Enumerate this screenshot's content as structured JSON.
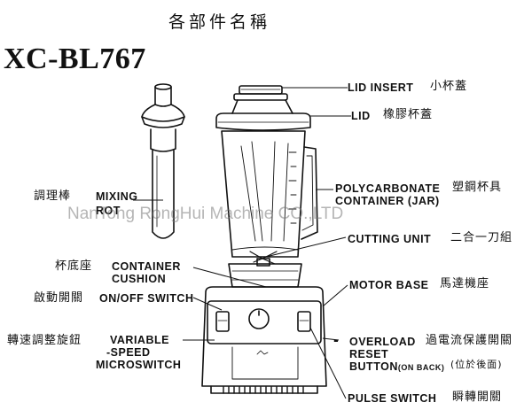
{
  "header": {
    "title": "各部件名稱",
    "model": "XC-BL767"
  },
  "watermark": "NanTong RongHui Machine CO.,LTD",
  "right_labels": [
    {
      "en": "LID INSERT",
      "zh": "小杯蓋"
    },
    {
      "en": "LID",
      "zh": "橡膠杯蓋"
    },
    {
      "en": "POLYCARBONATE",
      "zh": "塑鋼杯具"
    },
    {
      "en": "CONTAINER (JAR)",
      "zh": ""
    },
    {
      "en": "CUTTING UNIT",
      "zh": "二合一刀組"
    },
    {
      "en": "MOTOR BASE",
      "zh": "馬達機座"
    },
    {
      "en": "OVERLOAD",
      "zh": "過電流保護開關"
    },
    {
      "en": "RESET",
      "zh": ""
    },
    {
      "en": "BUTTON",
      "en_small": "(ON BACK)",
      "zh": "(位於後面)"
    },
    {
      "en": "PULSE SWITCH",
      "zh": "瞬轉開關"
    }
  ],
  "left_labels": [
    {
      "zh": "調理棒",
      "en": "MIXING",
      "en2": "ROT"
    },
    {
      "zh": "杯底座",
      "en": "CONTAINER",
      "en2": "CUSHION"
    },
    {
      "zh": "啟動開關",
      "en": "ON/OFF SWITCH"
    },
    {
      "zh": "轉速調整旋鈕",
      "en": "VARIABLE",
      "en2": "-SPEED",
      "en3": "MICROSWITCH"
    }
  ],
  "colors": {
    "ink": "#111111",
    "watermark": "#8a8a8a"
  }
}
